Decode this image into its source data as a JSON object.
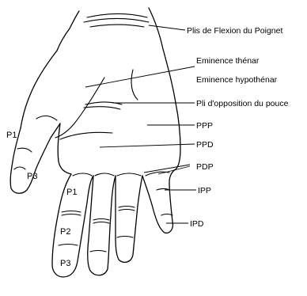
{
  "labels": {
    "plis_flexion_poignet": "Plis de Flexion du Poignet",
    "eminence_thenar": "Eminence thénar",
    "eminence_hypothenar": "Eminence hypothénar",
    "pli_opposition_pouce": "Pli d'opposition du pouce",
    "ppp": "PPP",
    "ppd": "PPD",
    "pdp": "PDP",
    "ipp": "IPP",
    "ipd": "IPD"
  },
  "segments": {
    "thumb_p1": "P1",
    "thumb_p3": "P3",
    "finger_p1": "P1",
    "finger_p2": "P2",
    "finger_p3": "P3"
  }
}
